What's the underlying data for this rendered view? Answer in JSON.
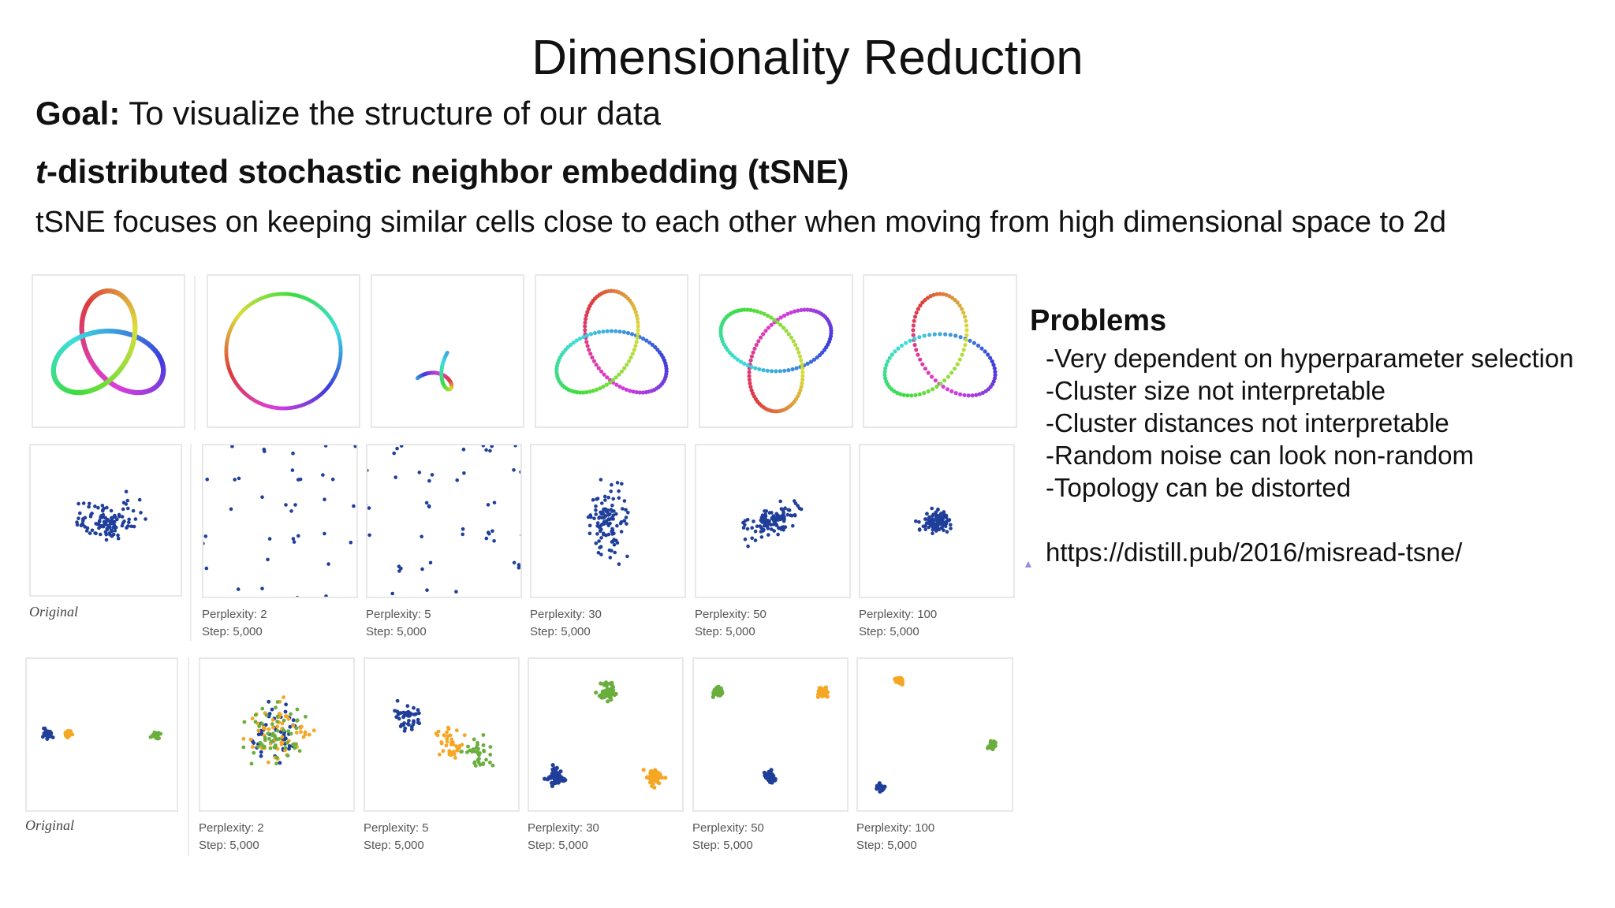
{
  "title": "Dimensionality Reduction",
  "goal": {
    "label": "Goal:",
    "text": " To visualize the structure of our data"
  },
  "subtitle": {
    "t": "t",
    "rest": "-distributed stochastic neighbor embedding (tSNE)"
  },
  "description": "tSNE focuses on keeping similar cells close to each other when moving from high dimensional space to 2d",
  "figures": {
    "row2_captions": [
      {
        "label": "Original"
      },
      {
        "perplexity": "Perplexity: 2",
        "step": "Step: 5,000"
      },
      {
        "perplexity": "Perplexity: 5",
        "step": "Step: 5,000"
      },
      {
        "perplexity": "Perplexity: 30",
        "step": "Step: 5,000"
      },
      {
        "perplexity": "Perplexity: 50",
        "step": "Step: 5,000"
      },
      {
        "perplexity": "Perplexity: 100",
        "step": "Step: 5,000"
      }
    ],
    "row3_captions": [
      {
        "label": "Original"
      },
      {
        "perplexity": "Perplexity: 2",
        "step": "Step: 5,000"
      },
      {
        "perplexity": "Perplexity: 5",
        "step": "Step: 5,000"
      },
      {
        "perplexity": "Perplexity: 30",
        "step": "Step: 5,000"
      },
      {
        "perplexity": "Perplexity: 50",
        "step": "Step: 5,000"
      },
      {
        "perplexity": "Perplexity: 100",
        "step": "Step: 5,000"
      }
    ],
    "colors": {
      "blue": "#1f3f9a",
      "orange": "#f5a623",
      "green": "#6aaf3d"
    }
  },
  "problems": {
    "heading": "Problems",
    "items": [
      "-Very dependent on hyperparameter selection",
      "-Cluster size not interpretable",
      "-Cluster distances not interpretable",
      "-Random noise can look non-random",
      "-Topology can be distorted"
    ],
    "url": "https://distill.pub/2016/misread-tsne/"
  }
}
